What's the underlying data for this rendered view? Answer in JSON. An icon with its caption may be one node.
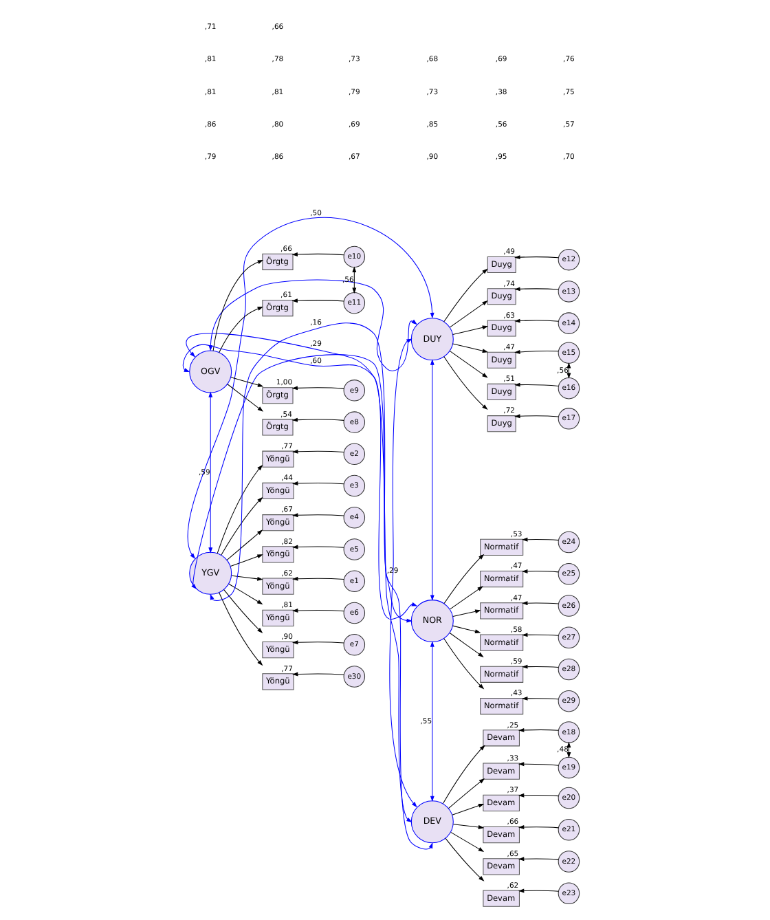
{
  "diagram": {
    "nodes": [
      {
        "text": [
          "YGV"
        ]
      },
      {
        "text": [
          "Yöngü"
        ],
        "beside": [
          ",62"
        ]
      },
      {
        "text": [
          "e1"
        ]
      },
      {
        "text": [
          "Yöngü"
        ],
        "beside": [
          ",77"
        ]
      },
      {
        "text": [
          "e2"
        ]
      },
      {
        "text": [
          "Yöngü"
        ],
        "beside": [
          ",44"
        ]
      },
      {
        "text": [
          "e3"
        ]
      },
      {
        "text": [
          "Yöngü"
        ],
        "beside": [
          ",67"
        ]
      },
      {
        "text": [
          "e4"
        ]
      },
      {
        "text": [
          "Yöngü"
        ],
        "beside": [
          ",82"
        ]
      },
      {
        "text": [
          "e5"
        ]
      },
      {
        "text": [
          "Yöngü"
        ],
        "beside": [
          ",81"
        ]
      },
      {
        "text": [
          "e6"
        ]
      },
      {
        "text": [
          "Yöngü"
        ],
        "beside": [
          ",90"
        ]
      },
      {
        "text": [
          "e7"
        ]
      },
      {
        "text": [
          "Yöngü"
        ],
        "beside": [
          ",77"
        ]
      },
      {
        "text": [
          "e30"
        ]
      },
      {
        "text": [
          "DUY"
        ]
      },
      {
        "text": [
          "Duyg"
        ],
        "beside": [
          ",49"
        ]
      },
      {
        "text": [
          "e12"
        ]
      },
      {
        "text": [
          "Duyg"
        ],
        "beside": [
          ",74"
        ]
      },
      {
        "text": [
          "e13"
        ]
      },
      {
        "text": [
          "Duyg"
        ],
        "beside": [
          ",63"
        ]
      },
      {
        "text": [
          "e14"
        ]
      },
      {
        "text": [
          "Duyg"
        ],
        "beside": [
          ",47"
        ]
      },
      {
        "text": [
          "e15"
        ]
      },
      {
        "text": [
          "Duyg"
        ],
        "beside": [
          ",51"
        ]
      },
      {
        "text": [
          "e16"
        ]
      },
      {
        "text": [
          "Duyg"
        ],
        "beside": [
          ",72"
        ]
      },
      {
        "text": [
          "e17"
        ]
      },
      {
        "text": [
          "DEV"
        ]
      },
      {
        "text": [
          "Devam"
        ],
        "beside": [
          ",25"
        ]
      },
      {
        "text": [
          "e18"
        ]
      },
      {
        "text": [
          "Devam"
        ],
        "beside": [
          ",33"
        ]
      },
      {
        "text": [
          "e19"
        ]
      },
      {
        "text": [
          "Devam"
        ],
        "beside": [
          ",37"
        ]
      },
      {
        "text": [
          "e20"
        ]
      },
      {
        "text": [
          "Devam"
        ],
        "beside": [
          ",66"
        ]
      },
      {
        "text": [
          "e21"
        ]
      },
      {
        "text": [
          "Devam"
        ],
        "beside": [
          ",65"
        ]
      },
      {
        "text": [
          "e22"
        ]
      },
      {
        "text": [
          "Devam"
        ],
        "beside": [
          ",62"
        ]
      },
      {
        "text": [
          "e23"
        ]
      },
      {
        "text": [
          "OGV"
        ]
      },
      {
        "text": [
          "Örgtg"
        ],
        "beside": [
          ",54"
        ]
      },
      {
        "text": [
          "e8"
        ]
      },
      {
        "text": [
          "Örgtg"
        ],
        "beside": [
          "1,00"
        ]
      },
      {
        "text": [
          "e9"
        ]
      },
      {
        "text": [
          "Örgtg"
        ],
        "beside": [
          ",66"
        ]
      },
      {
        "text": [
          "e10"
        ]
      },
      {
        "text": [
          "Örgtg"
        ],
        "beside": [
          ",61"
        ]
      },
      {
        "text": [
          "e11"
        ]
      },
      {
        "text": [
          "NOR"
        ]
      },
      {
        "text": [
          "Normatif"
        ],
        "beside": [
          ",53"
        ]
      },
      {
        "text": [
          "e24"
        ]
      },
      {
        "text": [
          "Normatif"
        ],
        "beside": [
          ",47"
        ]
      },
      {
        "text": [
          "e25"
        ]
      },
      {
        "text": [
          "Normatif"
        ],
        "beside": [
          ",47"
        ]
      },
      {
        "text": [
          "e26"
        ]
      },
      {
        "text": [
          "Normatif"
        ],
        "beside": [
          ",58"
        ]
      },
      {
        "text": [
          "e27"
        ]
      },
      {
        "text": [
          "Normatif"
        ],
        "beside": [
          ",59"
        ]
      },
      {
        "text": [
          "e28"
        ]
      },
      {
        "text": [
          "Normatif"
        ],
        "beside": [
          ",43"
        ]
      },
      {
        "text": [
          "e29"
        ]
      }
    ],
    "edges": [
      {
        "from": 0,
        "to": 1,
        "arrow": "to"
      },
      {
        "from": 2,
        "to": 1,
        "arrow": "to"
      },
      {
        "from": 0,
        "to": 3,
        "arrow": "to"
      },
      {
        "from": 4,
        "to": 3,
        "arrow": "to"
      },
      {
        "from": 0,
        "to": 5,
        "arrow": "to"
      },
      {
        "from": 6,
        "to": 5,
        "arrow": "to"
      },
      {
        "from": 0,
        "to": 7,
        "arrow": "to"
      },
      {
        "from": 8,
        "to": 7,
        "arrow": "to"
      },
      {
        "from": 0,
        "to": 9,
        "arrow": "to"
      },
      {
        "from": 10,
        "to": 9,
        "arrow": "to"
      },
      {
        "from": 0,
        "to": 11,
        "arrow": "to"
      },
      {
        "from": 12,
        "to": 11,
        "arrow": "to"
      },
      {
        "from": 0,
        "to": 13,
        "arrow": "to"
      },
      {
        "from": 14,
        "to": 13,
        "arrow": "to"
      },
      {
        "from": 0,
        "to": 15,
        "arrow": "to"
      },
      {
        "from": 16,
        "to": 15,
        "arrow": "to"
      },
      {
        "from": 17,
        "to": 18,
        "arrow": "to"
      },
      {
        "from": 19,
        "to": 18,
        "arrow": "to"
      },
      {
        "from": 17,
        "to": 20,
        "arrow": "to"
      },
      {
        "from": 21,
        "to": 20,
        "arrow": "to"
      },
      {
        "from": 17,
        "to": 22,
        "arrow": "to"
      },
      {
        "from": 23,
        "to": 22,
        "arrow": "to"
      },
      {
        "from": 17,
        "to": 24,
        "arrow": "to"
      },
      {
        "from": 25,
        "to": 24,
        "arrow": "to"
      },
      {
        "from": 17,
        "to": 26,
        "arrow": "to"
      },
      {
        "from": 27,
        "to": 26,
        "arrow": "to"
      },
      {
        "from": 17,
        "to": 28,
        "arrow": "to"
      },
      {
        "from": 29,
        "to": 28,
        "arrow": "to"
      },
      {
        "from": 30,
        "to": 31,
        "arrow": "to"
      },
      {
        "from": 32,
        "to": 31,
        "arrow": "to"
      },
      {
        "from": 30,
        "to": 33,
        "arrow": "to"
      },
      {
        "from": 34,
        "to": 33,
        "arrow": "to"
      },
      {
        "from": 30,
        "to": 35,
        "arrow": "to"
      },
      {
        "from": 36,
        "to": 35,
        "arrow": "to"
      },
      {
        "from": 30,
        "to": 37,
        "arrow": "to"
      },
      {
        "from": 38,
        "to": 37,
        "arrow": "to"
      },
      {
        "from": 30,
        "to": 39,
        "arrow": "to"
      },
      {
        "from": 40,
        "to": 39,
        "arrow": "to"
      },
      {
        "from": 30,
        "to": 41,
        "arrow": "to"
      },
      {
        "from": 42,
        "to": 41,
        "arrow": "to"
      },
      {
        "from": 43,
        "to": 44,
        "arrow": "to"
      },
      {
        "from": 45,
        "to": 44,
        "arrow": "to"
      },
      {
        "from": 43,
        "to": 46,
        "arrow": "to"
      },
      {
        "from": 47,
        "to": 46,
        "arrow": "to"
      },
      {
        "from": 43,
        "to": 48,
        "arrow": "to"
      },
      {
        "from": 49,
        "to": 48,
        "arrow": "to"
      },
      {
        "from": 43,
        "to": 50,
        "arrow": "to"
      },
      {
        "from": 51,
        "to": 50,
        "arrow": "to"
      },
      {
        "from": 52,
        "to": 53,
        "arrow": "to"
      },
      {
        "from": 54,
        "to": 53,
        "arrow": "to"
      },
      {
        "from": 52,
        "to": 55,
        "arrow": "to"
      },
      {
        "from": 56,
        "to": 55,
        "arrow": "to"
      },
      {
        "from": 52,
        "to": 57,
        "arrow": "to"
      },
      {
        "from": 58,
        "to": 57,
        "arrow": "to"
      },
      {
        "from": 52,
        "to": 59,
        "arrow": "to"
      },
      {
        "from": 60,
        "to": 59,
        "arrow": "to"
      },
      {
        "from": 52,
        "to": 61,
        "arrow": "to"
      },
      {
        "from": 62,
        "to": 61,
        "arrow": "to"
      },
      {
        "from": 52,
        "to": 63,
        "arrow": "to"
      },
      {
        "from": 64,
        "to": 63,
        "arrow": "to"
      },
      {
        "from": 25,
        "to": 27,
        "arrow": "both",
        "label": ",56"
      },
      {
        "from": 32,
        "to": 34,
        "arrow": "both",
        "label": ",48"
      },
      {
        "from": 49,
        "to": 51,
        "arrow": "both",
        "label": ",56"
      },
      {
        "from": 0,
        "to": 17,
        "arrow": "both",
        "label": ",50",
        "color": "#0000ff"
      },
      {
        "from": 0,
        "to": 30,
        "arrow": "both",
        "label": ",16",
        "color": "#0000ff"
      },
      {
        "from": 0,
        "to": 43,
        "arrow": "both",
        "label": ",59",
        "color": "#0000ff"
      },
      {
        "from": 0,
        "to": 52,
        "arrow": "both",
        "color": "#0000ff"
      },
      {
        "from": 17,
        "to": 30,
        "arrow": "both",
        "label": ",29",
        "color": "#0000ff"
      },
      {
        "from": 17,
        "to": 43,
        "arrow": "both",
        "color": "#0000ff"
      },
      {
        "from": 17,
        "to": 52,
        "arrow": "both",
        "color": "#0000ff"
      },
      {
        "from": 30,
        "to": 43,
        "arrow": "both",
        "label": ",29",
        "color": "#0000ff"
      },
      {
        "from": 30,
        "to": 52,
        "arrow": "both",
        "label": ",55",
        "color": "#0000ff"
      },
      {
        "from": 43,
        "to": 52,
        "arrow": "both",
        "label": ",60",
        "color": "#0000ff"
      }
    ],
    "labels": [
      ",79",
      ",86",
      ",67",
      ",90",
      ",95",
      ",70",
      ",86",
      ",80",
      ",69",
      ",85",
      ",56",
      ",57",
      ",81",
      ",81",
      ",79",
      ",73",
      ",38",
      ",75",
      ",81",
      ",78",
      ",73",
      ",68",
      ",69",
      ",76",
      ",71",
      ",66"
    ]
  }
}
